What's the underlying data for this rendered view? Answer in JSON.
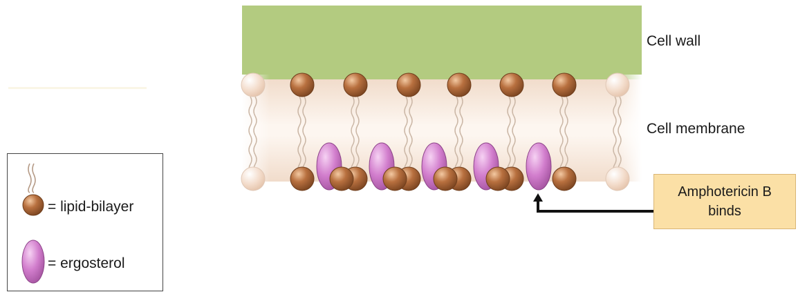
{
  "labels": {
    "cell_wall": "Cell wall",
    "cell_membrane": "Cell membrane"
  },
  "callout": {
    "line1": "Amphotericin B",
    "line2": "binds"
  },
  "legend": {
    "lipid": "= lipid-bilayer",
    "ergosterol": "= ergosterol"
  },
  "colors": {
    "cell_wall": "#b3cb80",
    "membrane": "#f4e2d4",
    "lipid_head": "#b06a3c",
    "ergosterol": "#d580d0",
    "callout_bg": "#fbe0a6"
  }
}
